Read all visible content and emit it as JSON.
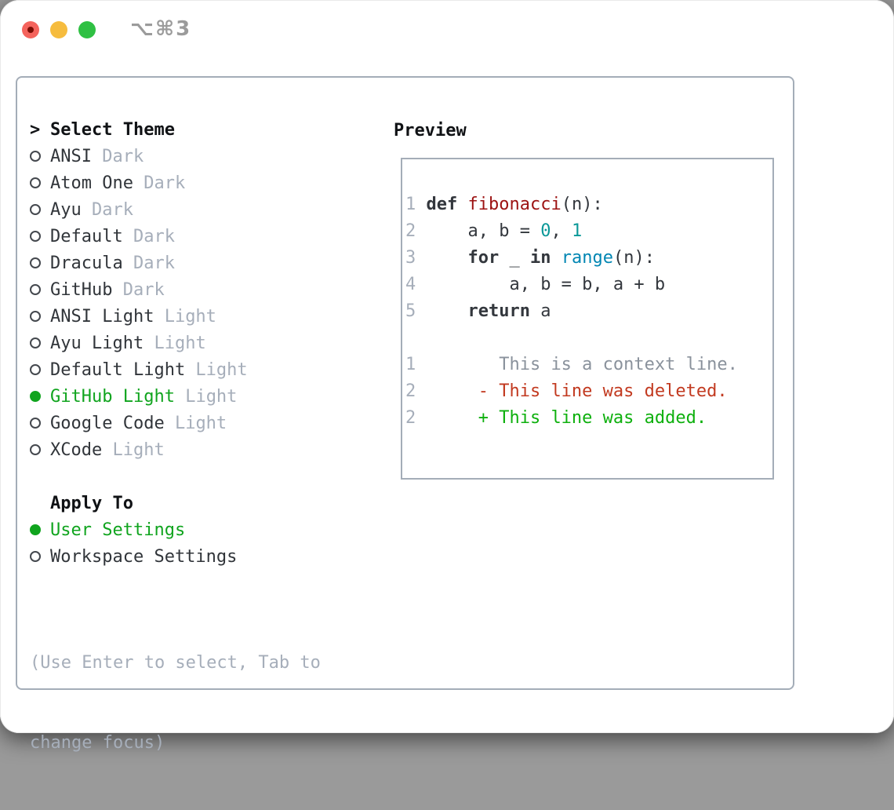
{
  "window": {
    "title_shortcut": "⌥⌘3"
  },
  "titlebar": {
    "buttons": [
      "close",
      "minimize",
      "zoom"
    ]
  },
  "colors": {
    "traffic_red": "#f4635c",
    "traffic_red_dot": "#7a0c03",
    "traffic_yellow": "#f6bc3e",
    "traffic_green": "#2fc043",
    "selection_green": "#10a41e",
    "panel_border": "#a4adb8",
    "muted_gray": "#a6aeba",
    "function_red": "#9c1212",
    "number_teal": "#0a9898",
    "builtin_blue": "#0086b3",
    "diff_deleted_red": "#c23a20",
    "diff_added_green": "#0eb00e",
    "diff_context_gray": "#8a929c"
  },
  "theme_panel": {
    "prompt": ">",
    "title": "Select Theme",
    "themes": [
      {
        "name": "ANSI",
        "variant": "Dark",
        "selected": false
      },
      {
        "name": "Atom One",
        "variant": "Dark",
        "selected": false
      },
      {
        "name": "Ayu",
        "variant": "Dark",
        "selected": false
      },
      {
        "name": "Default",
        "variant": "Dark",
        "selected": false
      },
      {
        "name": "Dracula",
        "variant": "Dark",
        "selected": false
      },
      {
        "name": "GitHub",
        "variant": "Dark",
        "selected": false
      },
      {
        "name": "ANSI Light",
        "variant": "Light",
        "selected": false
      },
      {
        "name": "Ayu Light",
        "variant": "Light",
        "selected": false
      },
      {
        "name": "Default Light",
        "variant": "Light",
        "selected": false
      },
      {
        "name": "GitHub Light",
        "variant": "Light",
        "selected": true
      },
      {
        "name": "Google Code",
        "variant": "Light",
        "selected": false
      },
      {
        "name": "XCode",
        "variant": "Light",
        "selected": false
      }
    ],
    "apply_to": {
      "title": "Apply To",
      "options": [
        {
          "label": "User Settings",
          "selected": true
        },
        {
          "label": "Workspace Settings",
          "selected": false
        }
      ]
    },
    "help_lines": [
      "(Use Enter to select, Tab to",
      "change focus)"
    ]
  },
  "preview": {
    "title": "Preview",
    "code_lines": [
      {
        "num": "1",
        "segments": [
          {
            "t": "def ",
            "c": "keyword"
          },
          {
            "t": "fibonacci",
            "c": "title"
          },
          {
            "t": "(n):",
            "c": "plain"
          }
        ]
      },
      {
        "num": "2",
        "segments": [
          {
            "t": "    a, b = ",
            "c": "plain"
          },
          {
            "t": "0",
            "c": "number"
          },
          {
            "t": ", ",
            "c": "plain"
          },
          {
            "t": "1",
            "c": "number"
          }
        ]
      },
      {
        "num": "3",
        "segments": [
          {
            "t": "    ",
            "c": "plain"
          },
          {
            "t": "for",
            "c": "keyword"
          },
          {
            "t": " _ ",
            "c": "plain"
          },
          {
            "t": "in",
            "c": "keyword"
          },
          {
            "t": " ",
            "c": "plain"
          },
          {
            "t": "range",
            "c": "builtin"
          },
          {
            "t": "(n):",
            "c": "plain"
          }
        ]
      },
      {
        "num": "4",
        "segments": [
          {
            "t": "        a, b = b, a + b",
            "c": "plain"
          }
        ]
      },
      {
        "num": "5",
        "segments": [
          {
            "t": "    ",
            "c": "plain"
          },
          {
            "t": "return",
            "c": "keyword"
          },
          {
            "t": " a",
            "c": "plain"
          }
        ]
      },
      {
        "num": "",
        "segments": []
      },
      {
        "num": "1",
        "segments": [
          {
            "t": "       This is a context line.",
            "c": "context"
          }
        ]
      },
      {
        "num": "2",
        "segments": [
          {
            "t": "     - This line was deleted.",
            "c": "deleted"
          }
        ]
      },
      {
        "num": "2",
        "segments": [
          {
            "t": "     + This line was added.",
            "c": "added"
          }
        ]
      }
    ]
  }
}
